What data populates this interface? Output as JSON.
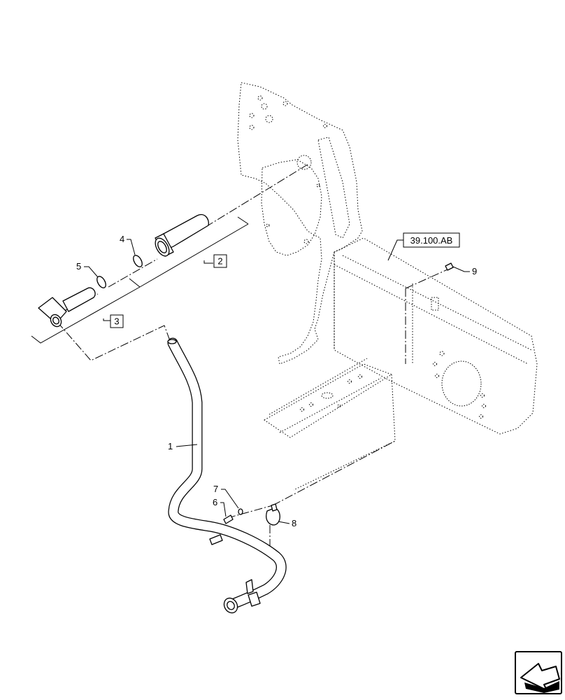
{
  "callouts": {
    "c1": "1",
    "c2": "2",
    "c3": "3",
    "c4": "4",
    "c5": "5",
    "c6": "6",
    "c7": "7",
    "c8": "8",
    "c9": "9"
  },
  "reference_label": "39.100.AB",
  "nav_icon": "next-page-arrow-icon"
}
